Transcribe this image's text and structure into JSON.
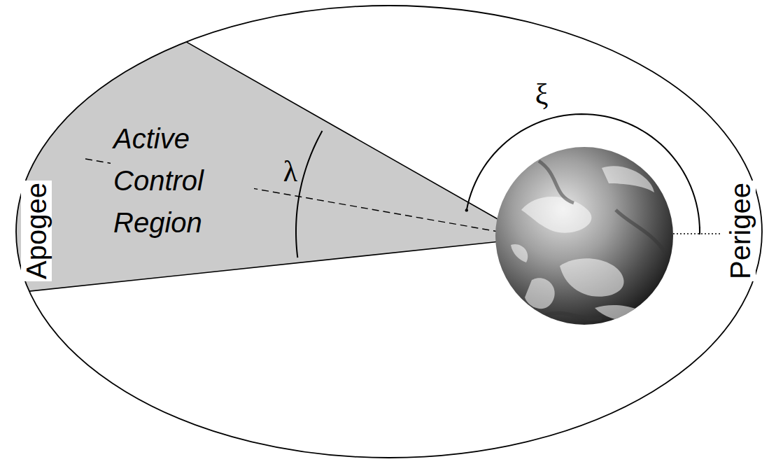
{
  "diagram": {
    "nodes": [
      {
        "text": [
          "Active Control Region"
        ]
      }
    ],
    "labels": [
      "λ",
      "ξ",
      "Apogee",
      "Perigee"
    ]
  }
}
